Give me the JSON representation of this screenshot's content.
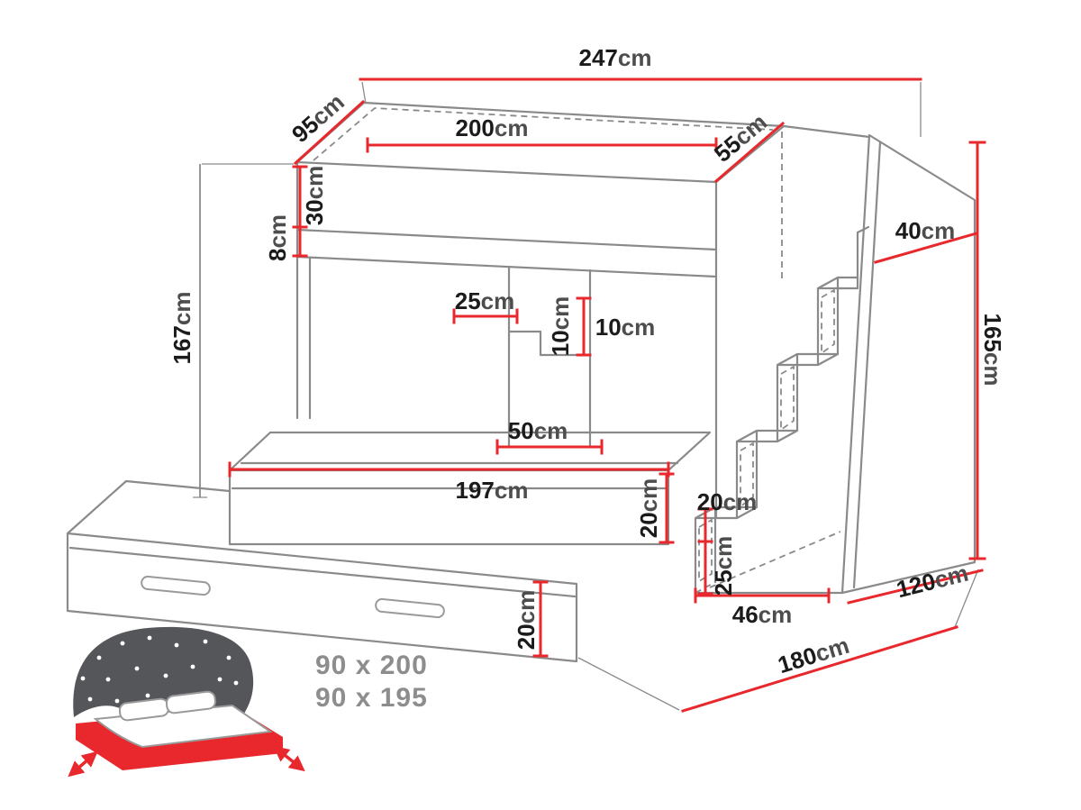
{
  "dims": {
    "top_width": {
      "value": "247",
      "unit": "cm"
    },
    "top_left_depth": {
      "value": "95",
      "unit": "cm"
    },
    "upper_bed_length": {
      "value": "200",
      "unit": "cm"
    },
    "top_right_depth": {
      "value": "55",
      "unit": "cm"
    },
    "upper_rail_height": {
      "value": "30",
      "unit": "cm"
    },
    "upper_frame_height": {
      "value": "8",
      "unit": "cm"
    },
    "left_height": {
      "value": "167",
      "unit": "cm"
    },
    "panel_top_depth": {
      "value": "40",
      "unit": "cm"
    },
    "right_height": {
      "value": "165",
      "unit": "cm"
    },
    "shelf_depth": {
      "value": "25",
      "unit": "cm"
    },
    "shelf_gap_vertical": {
      "value": "10",
      "unit": "cm"
    },
    "shelf_gap_horizontal": {
      "value": "10",
      "unit": "cm"
    },
    "lower_shelf_depth": {
      "value": "50",
      "unit": "cm"
    },
    "lower_bed_length": {
      "value": "197",
      "unit": "cm"
    },
    "lower_bed_height": {
      "value": "20",
      "unit": "cm"
    },
    "stair_gap_height": {
      "value": "20",
      "unit": "cm"
    },
    "step_height": {
      "value": "25",
      "unit": "cm"
    },
    "step_depth": {
      "value": "46",
      "unit": "cm"
    },
    "base_side_depth": {
      "value": "120",
      "unit": "cm"
    },
    "base_front_depth": {
      "value": "180",
      "unit": "cm"
    },
    "trundle_height": {
      "value": "20",
      "unit": "cm"
    }
  },
  "icon": {
    "caption_line1": "90 x 200",
    "caption_line2": "90 x 195"
  },
  "colors": {
    "dimension": "#e8282c",
    "outline": "#8a8a8a",
    "label": "#1b1b1b",
    "unit": "#4d4d4d",
    "icon_dark": "#55565a",
    "caption": "#8d8d8d"
  }
}
